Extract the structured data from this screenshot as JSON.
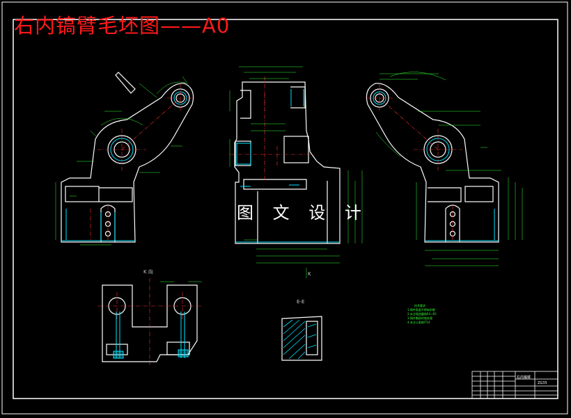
{
  "drawing": {
    "title": "右内镐臂毛坯图——A0",
    "watermark": "图 文 设 计",
    "view_labels": {
      "view_k": "K  向",
      "section_ee": "E-E",
      "arrow_k": "K"
    },
    "notes": {
      "heading": "技术要求",
      "lines": [
        "1.铸件表面不得有砂眼",
        "2.未注铸造圆角R3~R5",
        "3.铸件需经时效处理",
        "4.未注公差按IT14"
      ]
    },
    "title_block": {
      "name": "右内镐臂",
      "material": "ZG35"
    }
  },
  "colors": {
    "background": "#000000",
    "outline": "#ffffff",
    "dimension": "#33ff33",
    "centerline": "#ff3333",
    "hatch": "#00e5ff",
    "title": "#ff1a1a"
  }
}
